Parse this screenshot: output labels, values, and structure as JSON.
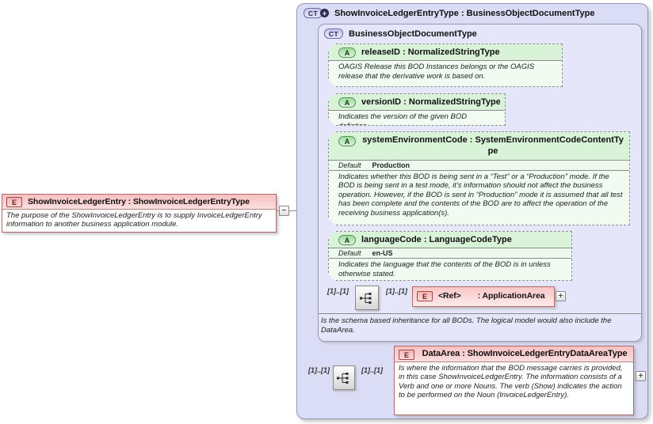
{
  "element_box": {
    "icon": "E",
    "title": "ShowInvoiceLedgerEntry : ShowInvoiceLedgerEntryType",
    "description": "The purpose of the ShowInvoiceLedgerEntry is to supply InvoiceLedgerEntry information to another business application module.",
    "collapse_label": "−"
  },
  "complex_type": {
    "icon": "CT",
    "icon_plus": "+",
    "title": "ShowInvoiceLedgerEntryType : BusinessObjectDocumentType",
    "base_type": {
      "icon": "CT",
      "title": "BusinessObjectDocumentType",
      "attributes": [
        {
          "icon": "A",
          "title": "releaseID : NormalizedStringType",
          "description": "OAGIS Release this BOD Instances belongs or the OAGIS release that the derivative work is based on."
        },
        {
          "icon": "A",
          "title": "versionID : NormalizedStringType",
          "description": "Indicates the version of the given BOD defintion."
        },
        {
          "icon": "A",
          "title": "systemEnvironmentCode : SystemEnvironmentCodeContentType",
          "default_label": "Default",
          "default_value": "Production",
          "description": "Indicates whether this BOD is being sent in a “Test” or a “Production” mode. If the BOD is being sent in a test mode, it's information should not affect the business operation. However, if the BOD is sent in “Production” mode it is assumed that all test has been complete and the contents of the BOD are to affect the operation of the receiving business application(s)."
        },
        {
          "icon": "A",
          "title": "languageCode : LanguageCodeType",
          "default_label": "Default",
          "default_value": "en-US",
          "description": "Indicates the language that the contents of the BOD is in unless otherwise stated."
        }
      ],
      "sequence": {
        "cardinality_left": "[1]..[1]",
        "cardinality_right": "[1]..[1]"
      },
      "ref_element": {
        "icon": "E",
        "name": "<Ref>",
        "type": ": ApplicationArea",
        "expand_label": "+"
      },
      "annotation": "Is the schema based inheritance for all BODs. The logical model would also include the DataArea."
    },
    "sequence": {
      "cardinality_left": "[1]..[1]",
      "cardinality_right": "[1]..[1]"
    },
    "data_area": {
      "icon": "E",
      "title": "DataArea : ShowInvoiceLedgerEntryDataAreaType",
      "description": "Is where the information that the BOD message carries is provided, in this case ShowInvoiceLedgerEntry. The information consists of a Verb and one or more Nouns. The verb (Show) indicates the action to be performed on the Noun (InvoiceLedgerEntry).",
      "expand_label": "+"
    }
  },
  "colors": {
    "outer_container_bg": "#dbdcf6",
    "inner_container_bg": "#e5e6f9",
    "container_border": "#9898b8",
    "attribute_header_bg": "#d9f3d9",
    "attribute_body_bg": "#f1fbf1",
    "element_header_bg": "#f8c0c0",
    "element_border": "#b06868",
    "connector_line": "#8a8a8a"
  }
}
